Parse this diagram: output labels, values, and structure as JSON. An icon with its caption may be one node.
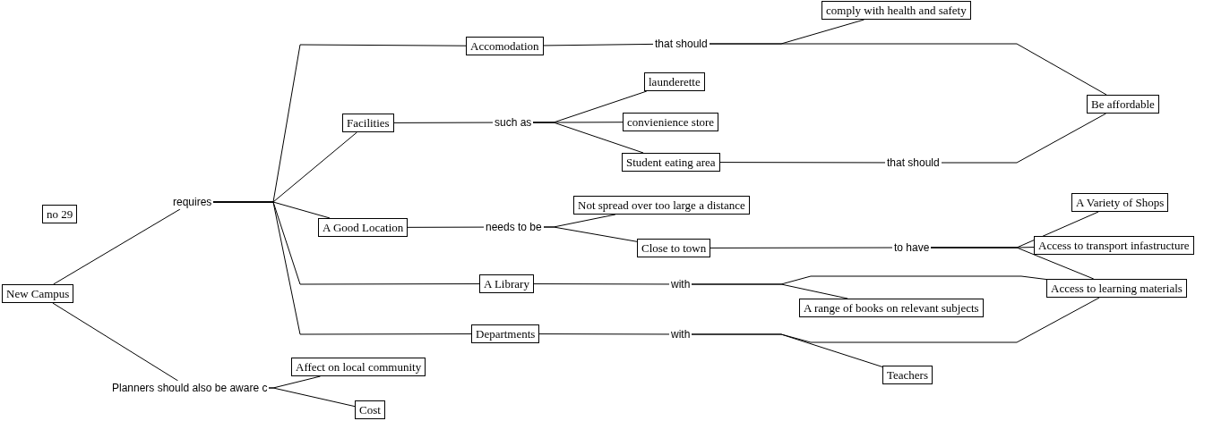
{
  "diagram": {
    "nodes": [
      {
        "text": [
          "New Campus"
        ]
      },
      {
        "text": [
          "requires"
        ]
      },
      {
        "text": [
          "no 29"
        ]
      },
      {
        "text": [
          "Accomodation"
        ]
      },
      {
        "text": [
          "Facilities"
        ]
      },
      {
        "text": [
          "A Good Location"
        ]
      },
      {
        "text": [
          "A Library"
        ]
      },
      {
        "text": [
          "Departments"
        ]
      },
      {
        "text": [
          "that should"
        ]
      },
      {
        "text": [
          "comply with health and safety"
        ]
      },
      {
        "text": [
          "Be affordable"
        ]
      },
      {
        "text": [
          "such as"
        ]
      },
      {
        "text": [
          "launderette"
        ]
      },
      {
        "text": [
          "convienience store"
        ]
      },
      {
        "text": [
          "Student eating area"
        ]
      },
      {
        "text": [
          "that should"
        ]
      },
      {
        "text": [
          "needs to be"
        ]
      },
      {
        "text": [
          "Not spread over too large a distance"
        ]
      },
      {
        "text": [
          "Close to town"
        ]
      },
      {
        "text": [
          "to have"
        ]
      },
      {
        "text": [
          "A Variety of Shops"
        ]
      },
      {
        "text": [
          "Access to transport infastructure"
        ]
      },
      {
        "text": [
          "Access to learning materials"
        ]
      },
      {
        "text": [
          "with"
        ]
      },
      {
        "text": [
          "A range of books on relevant subjects"
        ]
      },
      {
        "text": [
          "with"
        ]
      },
      {
        "text": [
          "Teachers"
        ]
      },
      {
        "text": [
          "Planners should also be aware c"
        ]
      },
      {
        "text": [
          "Affect on local community"
        ]
      },
      {
        "text": [
          "Cost"
        ]
      }
    ],
    "edges": [
      {
        "from": 0,
        "to": 1,
        "arrow": "none"
      },
      {
        "from": 1,
        "to": 3,
        "arrow": "none"
      },
      {
        "from": 1,
        "to": 4,
        "arrow": "none"
      },
      {
        "from": 1,
        "to": 5,
        "arrow": "none"
      },
      {
        "from": 1,
        "to": 6,
        "arrow": "none"
      },
      {
        "from": 1,
        "to": 7,
        "arrow": "none"
      },
      {
        "from": 3,
        "to": 8,
        "arrow": "none"
      },
      {
        "from": 8,
        "to": 9,
        "arrow": "none"
      },
      {
        "from": 8,
        "to": 10,
        "arrow": "none"
      },
      {
        "from": 4,
        "to": 11,
        "arrow": "none"
      },
      {
        "from": 11,
        "to": 12,
        "arrow": "none"
      },
      {
        "from": 11,
        "to": 13,
        "arrow": "none"
      },
      {
        "from": 11,
        "to": 14,
        "arrow": "none"
      },
      {
        "from": 14,
        "to": 15,
        "arrow": "none"
      },
      {
        "from": 15,
        "to": 10,
        "arrow": "none"
      },
      {
        "from": 5,
        "to": 16,
        "arrow": "none"
      },
      {
        "from": 16,
        "to": 17,
        "arrow": "none"
      },
      {
        "from": 16,
        "to": 18,
        "arrow": "none"
      },
      {
        "from": 18,
        "to": 19,
        "arrow": "none"
      },
      {
        "from": 19,
        "to": 20,
        "arrow": "none"
      },
      {
        "from": 19,
        "to": 21,
        "arrow": "none"
      },
      {
        "from": 19,
        "to": 22,
        "arrow": "none"
      },
      {
        "from": 6,
        "to": 23,
        "arrow": "none"
      },
      {
        "from": 23,
        "to": 22,
        "arrow": "none"
      },
      {
        "from": 23,
        "to": 24,
        "arrow": "none"
      },
      {
        "from": 7,
        "to": 25,
        "arrow": "none"
      },
      {
        "from": 25,
        "to": 22,
        "arrow": "none"
      },
      {
        "from": 25,
        "to": 26,
        "arrow": "none"
      },
      {
        "from": 0,
        "to": 27,
        "arrow": "none"
      },
      {
        "from": 27,
        "to": 28,
        "arrow": "none"
      },
      {
        "from": 27,
        "to": 29,
        "arrow": "none"
      }
    ]
  }
}
